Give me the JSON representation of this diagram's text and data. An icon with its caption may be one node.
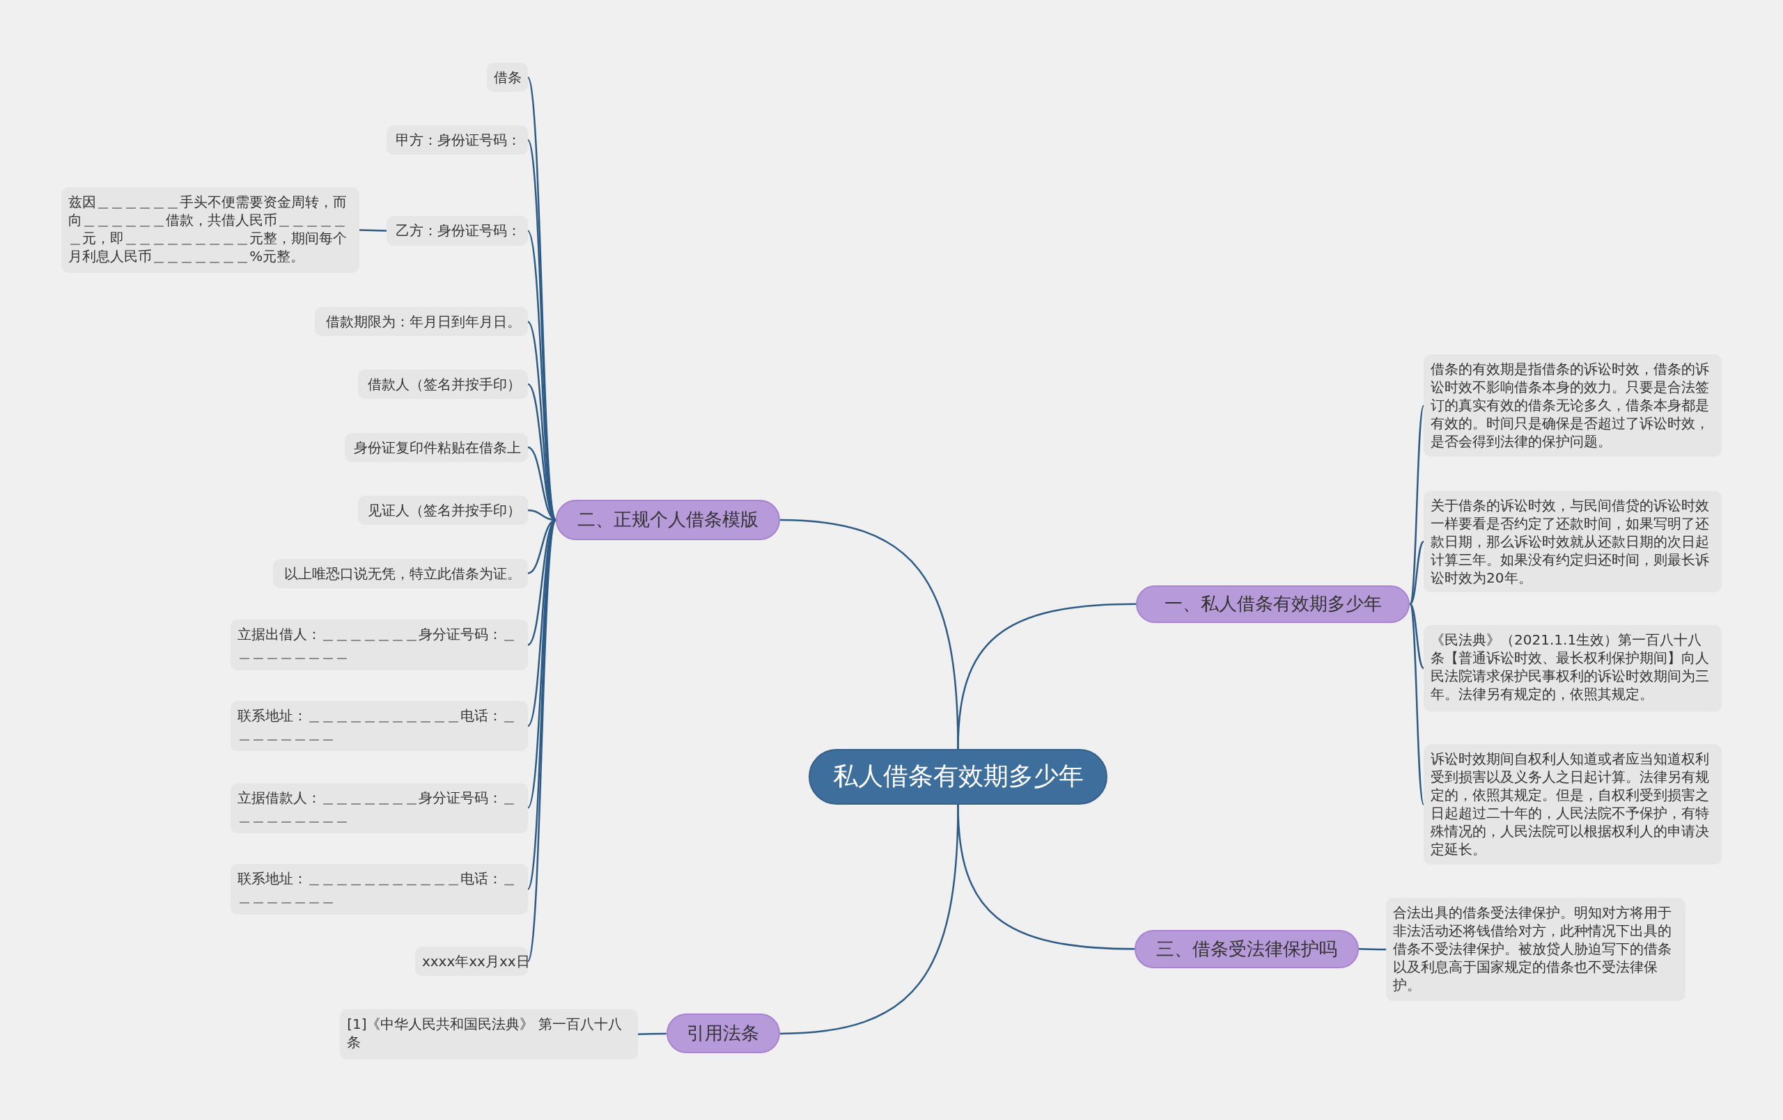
{
  "diagram": {
    "nodes": [
      {
        "text": [
          "私人借条有效期多少年"
        ]
      },
      {
        "text": [
          "一、私人借条有效期多少年"
        ]
      },
      {
        "text": [
          "借条的有效期是指借条的诉讼时效，借条的诉讼时效不影响借条本身的效力。只要是合法签订的真实有效的借条无论多久，借条本身都是有效的。时间只是确保是否超过了诉讼时效，是否会得到法律的保护问题。"
        ]
      },
      {
        "text": [
          "关于借条的诉讼时效，与民间借贷的诉讼时效一样要看是否约定了还款时间，如果写明了还款日期，那么诉讼时效就从还款日期的次日起计算三年。如果没有约定归还时间，则最长诉讼时效为20年。"
        ]
      },
      {
        "text": [
          "《民法典》（2021.1.1生效）第一百八十八条【普通诉讼时效、最长权利保护期间】向人民法院请求保护民事权利的诉讼时效期间为三年。法律另有规定的，依照其规定。"
        ]
      },
      {
        "text": [
          "诉讼时效期间自权利人知道或者应当知道权利受到损害以及义务人之日起计算。法律另有规定的，依照其规定。但是，自权利受到损害之日起超过二十年的，人民法院不予保护，有特殊情况的，人民法院可以根据权利人的申请决定延长。"
        ]
      },
      {
        "text": [
          "二、正规个人借条模版"
        ]
      },
      {
        "text": [
          "借条"
        ]
      },
      {
        "text": [
          "甲方：身份证号码："
        ]
      },
      {
        "text": [
          "乙方：身份证号码："
        ]
      },
      {
        "text": [
          "兹因＿＿＿＿＿＿手头不便需要资金周转，而向＿＿＿＿＿＿借款，共借人民币＿＿＿＿＿＿元，即＿＿＿＿＿＿＿＿＿元整，期间每个月利息人民币＿＿＿＿＿＿＿%元整。"
        ]
      },
      {
        "text": [
          "借款期限为：年月日到年月日。"
        ]
      },
      {
        "text": [
          "借款人（签名并按手印）"
        ]
      },
      {
        "text": [
          "身份证复印件粘贴在借条上"
        ]
      },
      {
        "text": [
          "见证人（签名并按手印）"
        ]
      },
      {
        "text": [
          "以上唯恐口说无凭，特立此借条为证。"
        ]
      },
      {
        "text": [
          "立据出借人：＿＿＿＿＿＿＿身分证号码：＿＿＿＿＿＿＿＿＿"
        ]
      },
      {
        "text": [
          "联系地址：＿＿＿＿＿＿＿＿＿＿＿电话：＿＿＿＿＿＿＿＿"
        ]
      },
      {
        "text": [
          "立据借款人：＿＿＿＿＿＿＿身分证号码：＿＿＿＿＿＿＿＿＿"
        ]
      },
      {
        "text": [
          "联系地址：＿＿＿＿＿＿＿＿＿＿＿电话：＿＿＿＿＿＿＿＿"
        ]
      },
      {
        "text": [
          "xxxx年xx月xx日"
        ]
      },
      {
        "text": [
          "三、借条受法律保护吗"
        ]
      },
      {
        "text": [
          "合法出具的借条受法律保护。明知对方将用于非法活动还将钱借给对方，此种情况下出具的借条不受法律保护。被放贷人胁迫写下的借条以及利息高于国家规定的借条也不受法律保护。"
        ]
      },
      {
        "text": [
          "引用法条"
        ]
      },
      {
        "text": [
          "[1]《中华人民共和国民法典》 第一百八十八条"
        ]
      }
    ],
    "edges": [
      {
        "from": 0,
        "to": 1,
        "arrow": "none"
      },
      {
        "from": 1,
        "to": 2,
        "arrow": "none"
      },
      {
        "from": 1,
        "to": 3,
        "arrow": "none"
      },
      {
        "from": 1,
        "to": 4,
        "arrow": "none"
      },
      {
        "from": 1,
        "to": 5,
        "arrow": "none"
      },
      {
        "from": 0,
        "to": 6,
        "arrow": "none"
      },
      {
        "from": 6,
        "to": 7,
        "arrow": "none"
      },
      {
        "from": 6,
        "to": 8,
        "arrow": "none"
      },
      {
        "from": 6,
        "to": 9,
        "arrow": "none"
      },
      {
        "from": 9,
        "to": 10,
        "arrow": "none"
      },
      {
        "from": 6,
        "to": 11,
        "arrow": "none"
      },
      {
        "from": 6,
        "to": 12,
        "arrow": "none"
      },
      {
        "from": 6,
        "to": 13,
        "arrow": "none"
      },
      {
        "from": 6,
        "to": 14,
        "arrow": "none"
      },
      {
        "from": 6,
        "to": 15,
        "arrow": "none"
      },
      {
        "from": 6,
        "to": 16,
        "arrow": "none"
      },
      {
        "from": 6,
        "to": 17,
        "arrow": "none"
      },
      {
        "from": 6,
        "to": 18,
        "arrow": "none"
      },
      {
        "from": 6,
        "to": 19,
        "arrow": "none"
      },
      {
        "from": 6,
        "to": 20,
        "arrow": "none"
      },
      {
        "from": 0,
        "to": 21,
        "arrow": "none"
      },
      {
        "from": 21,
        "to": 22,
        "arrow": "none"
      },
      {
        "from": 0,
        "to": 23,
        "arrow": "none"
      },
      {
        "from": 23,
        "to": 24,
        "arrow": "none"
      }
    ]
  }
}
